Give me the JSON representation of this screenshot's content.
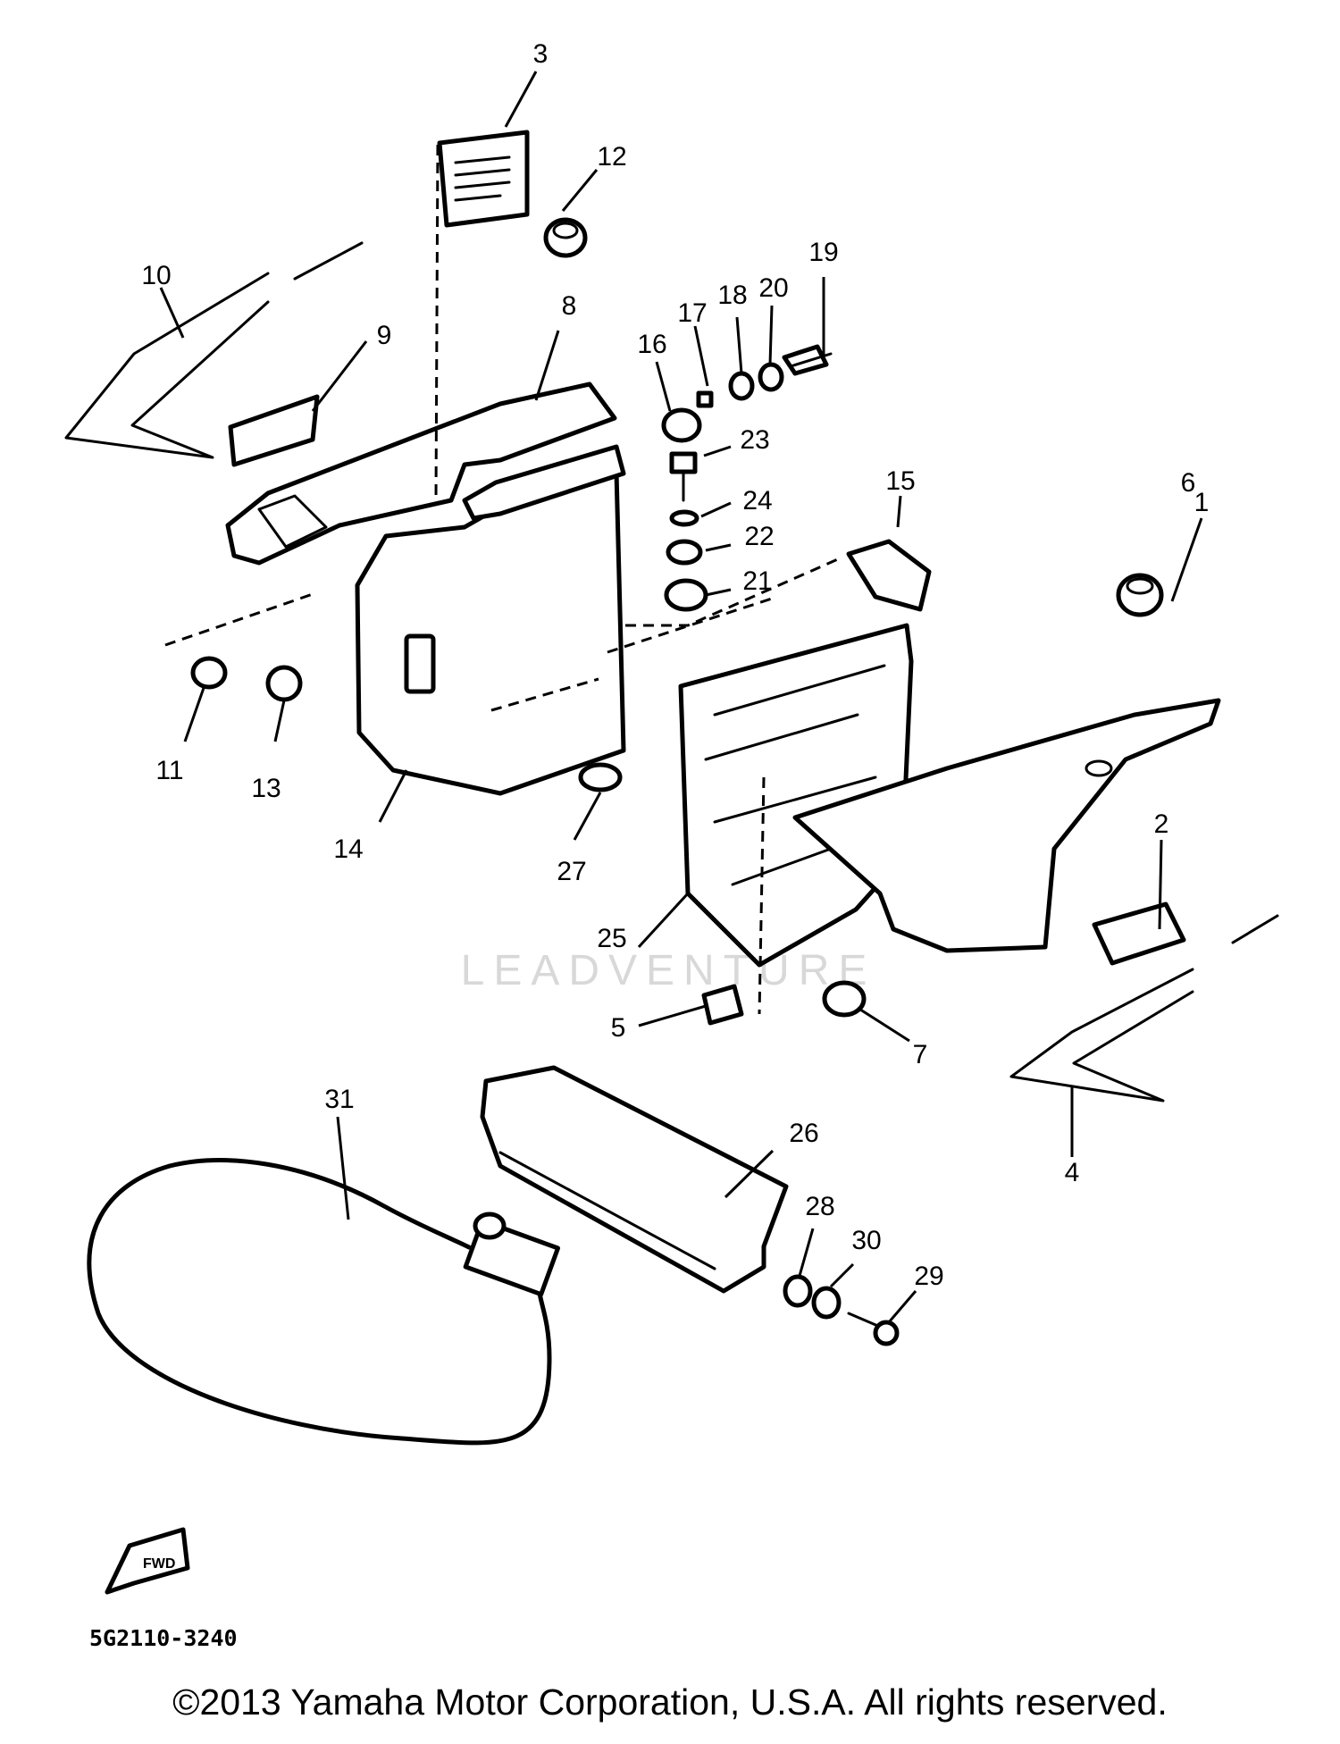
{
  "diagram": {
    "callouts": [
      "1",
      "2",
      "3",
      "4",
      "5",
      "6",
      "7",
      "8",
      "9",
      "10",
      "11",
      "12",
      "13",
      "14",
      "15",
      "16",
      "17",
      "18",
      "19",
      "20",
      "21",
      "22",
      "23",
      "24",
      "25",
      "26",
      "27",
      "28",
      "29",
      "30",
      "31"
    ],
    "part_code": "5G2110-3240",
    "watermark": "LEADVENTURE",
    "forward_marker": "FWD"
  },
  "copyright": "©2013 Yamaha Motor Corporation, U.S.A. All rights reserved."
}
